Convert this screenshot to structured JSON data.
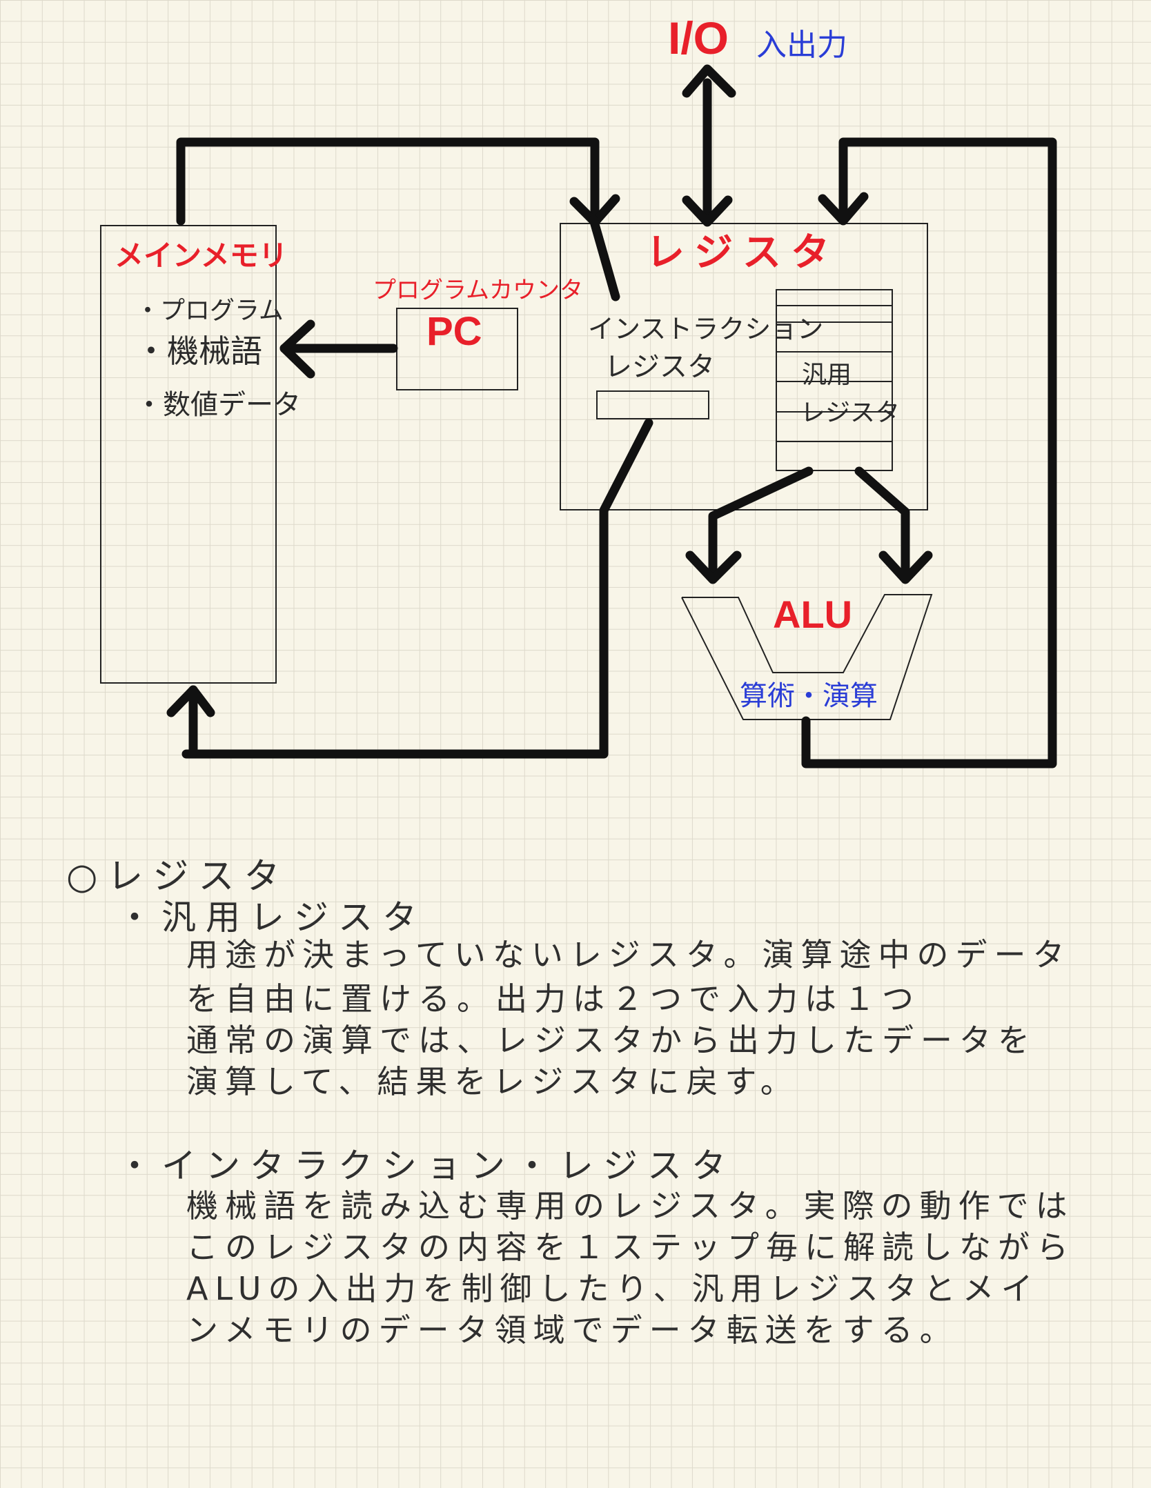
{
  "diagram": {
    "io_label": "I/O",
    "io_sub": "入出力",
    "main_memory": {
      "title": "メインメモリ",
      "items": [
        "・プログラム",
        "・機械語",
        "・数値データ"
      ]
    },
    "pc": {
      "caption": "プログラムカウンタ",
      "label": "PC"
    },
    "register": {
      "title": "レジスタ",
      "instruction_label_1": "インストラクション",
      "instruction_label_2": "レジスタ",
      "general_label_1": "汎用",
      "general_label_2": "レジスタ"
    },
    "alu": {
      "label": "ALU",
      "sub": "算術・演算"
    }
  },
  "notes": {
    "heading": "○レジスタ",
    "general": {
      "title": "・汎用レジスタ",
      "lines": [
        "用途が決まっていないレジスタ。演算途中のデータ",
        "を自由に置ける。出力は２つで入力は１つ",
        "通常の演算では、レジスタから出力したデータを",
        "演算して、結果をレジスタに戻す。"
      ]
    },
    "instruction": {
      "title": "・インタラクション・レジスタ",
      "lines": [
        "機械語を読み込む専用のレジスタ。実際の動作では",
        "このレジスタの内容を１ステップ毎に解読しながら",
        "ALUの入出力を制御したり、汎用レジスタとメイ",
        "ンメモリのデータ領域でデータ転送をする。"
      ]
    }
  },
  "colors": {
    "red": "#e8202a",
    "blue": "#2a3dd6",
    "ink": "#111111",
    "paper": "#f8f5e8"
  }
}
